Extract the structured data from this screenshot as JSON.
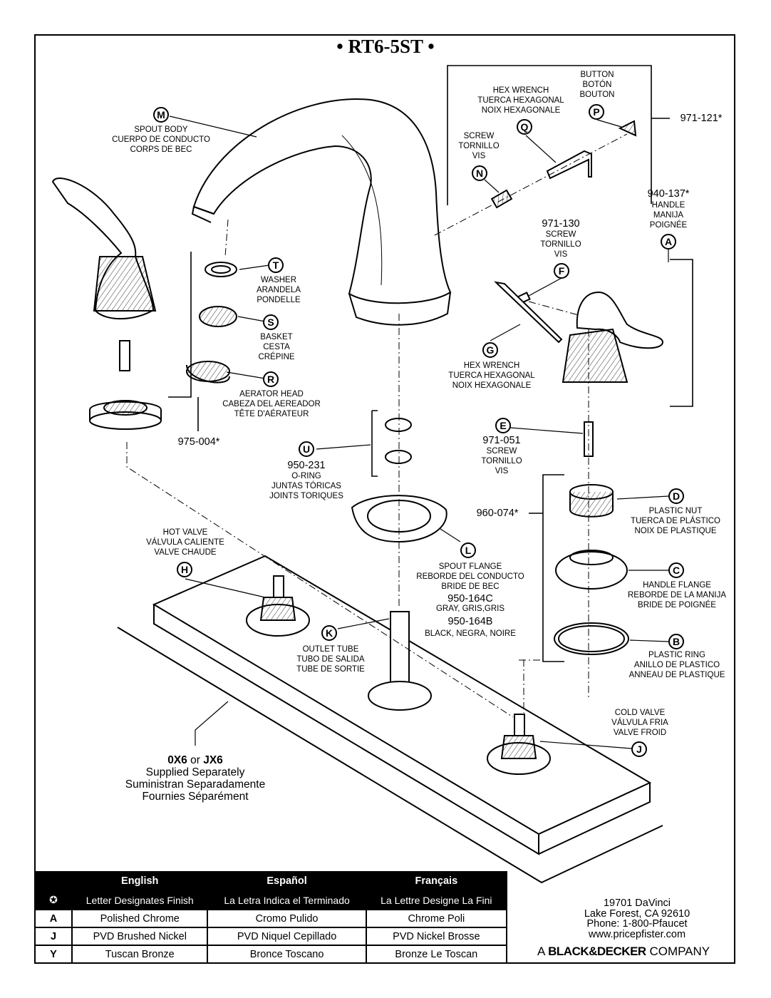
{
  "title": "• RT6-5ST •",
  "labels": {
    "M": "SPOUT BODY\nCUERPO DE CONDUCTO\nCORPS DE BEC",
    "T": "WASHER\nARANDELA\nPONDELLE",
    "S": "BASKET\nCESTA\nCRÉPINE",
    "R": "AERATOR HEAD\nCABEZA DEL AEREADOR\nTÊTE D'AÉRATEUR",
    "Q": "HEX WRENCH\nTUERCA HEXAGONAL\nNOIX HEXAGONALE",
    "P": "BUTTON\nBOTÓN\nBOUTON",
    "N": "SCREW\nTORNILLO\nVIS",
    "A": "HANDLE\nMANIJA\nPOIGNÉE",
    "F": "SCREW\nTORNILLO\nVIS",
    "G": "HEX WRENCH\nTUERCA HEXAGONAL\nNOIX HEXAGONALE",
    "E": "SCREW\nTORNILLO\nVIS",
    "U": "O-RING\nJUNTAS TÓRICAS\nJOINTS TORIQUES",
    "D": "PLASTIC NUT\nTUERCA DE PLÁSTICO\nNOIX DE PLASTIQUE",
    "L": "SPOUT FLANGE\nREBORDE DEL CONDUCTO\nBRIDE DE BEC",
    "C": "HANDLE FLANGE\nREBORDE DE LA MANIJA\nBRIDE DE POIGNÉE",
    "H": "HOT VALVE\nVÁLVULA CALIENTE\nVALVE CHAUDE",
    "K": "OUTLET TUBE\nTUBO DE SALIDA\nTUBE DE SORTIE",
    "B": "PLASTIC RING\nANILLO DE PLASTICO\nANNEAU DE PLASTIQUE",
    "J": "COLD VALVE\nVÁLVULA FRIA\nVALVE FROID",
    "L_gray": "GRAY, GRIS,GRIS",
    "L_black": "BLACK, NEGRA, NOIRE"
  },
  "part_numbers": {
    "P_group": "971-121*",
    "A": "940-137*",
    "F": "971-130",
    "E": "971-051",
    "U": "950-231",
    "R_group": "975-004*",
    "D_group": "960-074*",
    "L_gray": "950-164C",
    "L_black": "950-164B"
  },
  "supplied": {
    "code_1": "0X6",
    "or": "or",
    "code_2": "JX6",
    "line_en": "Supplied Separately",
    "line_es": "Suministran Separadamente",
    "line_fr": "Fournies Séparément"
  },
  "finish_table": {
    "headers": [
      "English",
      "Español",
      "Français"
    ],
    "symbol": "✪",
    "subheaders": [
      "Letter Designates Finish",
      "La Letra Indica el Terminado",
      "La Lettre Designe La Fini"
    ],
    "rows": [
      {
        "code": "A",
        "en": "Polished Chrome",
        "es": "Cromo Pulido",
        "fr": "Chrome Poli"
      },
      {
        "code": "J",
        "en": "PVD Brushed Nickel",
        "es": "PVD Niquel Cepillado",
        "fr": "PVD Nickel Brosse"
      },
      {
        "code": "Y",
        "en": "Tuscan Bronze",
        "es": "Bronce Toscano",
        "fr": "Bronze Le Toscan"
      }
    ]
  },
  "address": {
    "street": "19701 DaVinci",
    "city": "Lake Forest, CA 92610",
    "phone": "Phone: 1-800-Pfaucet",
    "web": "www.pricepfister.com"
  },
  "company": {
    "prefix": "A",
    "brand": "BLACK&DECKER",
    "suffix": "COMPANY"
  }
}
